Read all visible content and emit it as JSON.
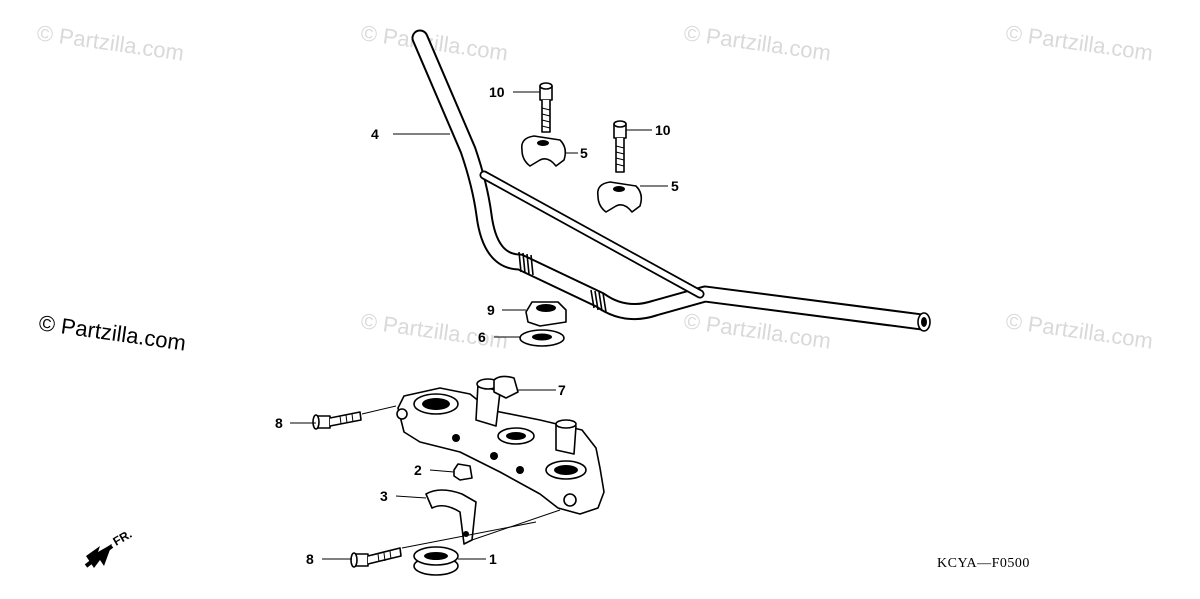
{
  "watermarks": {
    "faint": "© Partzilla.com",
    "dark": "© Partzilla.com"
  },
  "diagram_code": "KCYA—F0500",
  "direction_label": "FR.",
  "callouts": {
    "c1": "1",
    "c2": "2",
    "c3": "3",
    "c4": "4",
    "c5a": "5",
    "c5b": "5",
    "c6": "6",
    "c7": "7",
    "c8a": "8",
    "c8b": "8",
    "c9": "9",
    "c10a": "10",
    "c10b": "10"
  },
  "icons": [
    "handlebar",
    "holder-upper",
    "bolt-flange",
    "nut-flange",
    "washer",
    "fork-top-bridge",
    "collar",
    "band",
    "grommet",
    "front-arrow"
  ]
}
